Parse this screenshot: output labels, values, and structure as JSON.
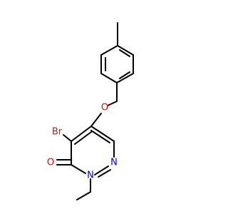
{
  "molecule": {
    "atoms": {
      "bromine": {
        "label": "Br",
        "color": "#a52a2a"
      },
      "oxygen_ether": {
        "label": "O",
        "color": "#ff0000"
      },
      "oxygen_carbonyl": {
        "label": "O",
        "color": "#ff0000"
      },
      "nitrogen_ring": {
        "label": "N",
        "color": "#0000ff"
      },
      "nitrogen_ethyl": {
        "label": "N",
        "color": "#0000ff"
      }
    },
    "bond_color": "#000000"
  }
}
